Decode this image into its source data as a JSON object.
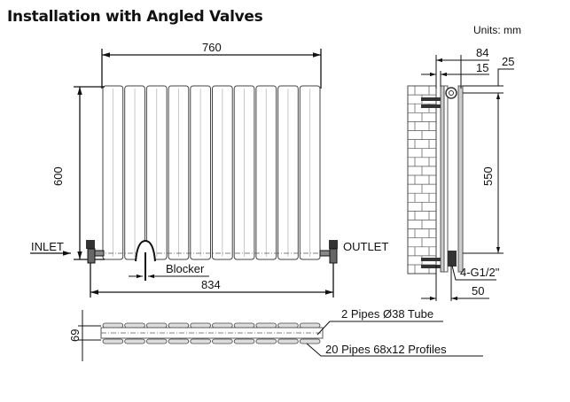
{
  "title": "Installation with Angled Valves",
  "units": "Units: mm",
  "front_view": {
    "width_label": "760",
    "height_label": "600",
    "inlet_label": "INLET",
    "outlet_label": "OUTLET",
    "blocker_label": "Blocker",
    "overall_width_label": "834",
    "column_count": 10
  },
  "side_view": {
    "depth_label": "84",
    "gap_label": "15",
    "top_offset_label": "25",
    "pipe_centers_label": "550",
    "connection_label": "4-G1/2\"",
    "bottom_label": "50"
  },
  "top_view": {
    "depth_label": "69",
    "tube_label": "2 Pipes Ø38 Tube",
    "profile_label": "20 Pipes 68x12  Profiles"
  }
}
